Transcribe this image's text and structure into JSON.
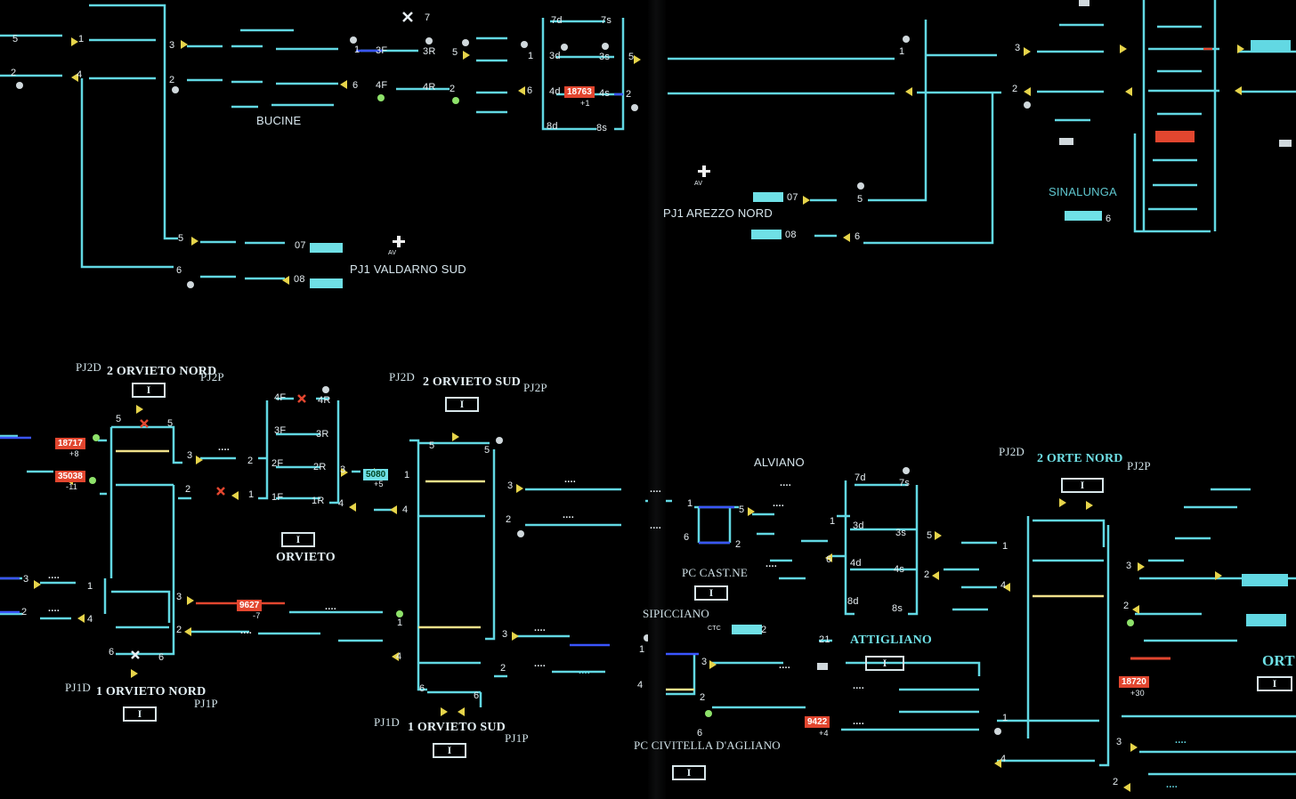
{
  "window": {
    "title": "ACC Railway Control Panel"
  },
  "colors": {
    "track": "#62d8e3",
    "occupied_red": "#e2462f",
    "route_yellow": "#f0e08a",
    "route_blue": "#3a55ff",
    "signal_yellow": "#e6d44a",
    "background": "#000000"
  },
  "stations": {
    "bucine": "BUCINE",
    "pj1_valdarno_sud": "PJ1 VALDARNO SUD",
    "pj1_arezzo_nord": "PJ1 AREZZO NORD",
    "sinalunga": "SINALUNGA",
    "orvieto": "ORVIETO",
    "alviano": "ALVIANO",
    "pc_castne": "PC CAST.NE",
    "sipicciano": "SIPICCIANO",
    "attigliano": "ATTIGLIANO",
    "pc_civitella": "PC CIVITELLA D'AGLIANO",
    "orte_partial": "ORT"
  },
  "blocks": {
    "orvieto_nord_2": {
      "pjd": "PJ2D",
      "name": "2 ORVIETO NORD",
      "pjp": "PJ2P"
    },
    "orvieto_sud_2": {
      "pjd": "PJ2D",
      "name": "2 ORVIETO SUD",
      "pjp": "PJ2P"
    },
    "orvieto_nord_1": {
      "pjd": "PJ1D",
      "name": "1 ORVIETO NORD",
      "pjp": "PJ1P"
    },
    "orvieto_sud_1": {
      "pjd": "PJ1D",
      "name": "1 ORVIETO SUD",
      "pjp": "PJ1P"
    },
    "orte_nord_2": {
      "pjd": "PJ2D",
      "name": "2 ORTE NORD",
      "pjp": "PJ2P"
    }
  },
  "indicator_box": "I",
  "trains": {
    "t18763": {
      "number": "18763",
      "offset": "+1"
    },
    "t18717": {
      "number": "18717",
      "offset": "+8"
    },
    "t35038": {
      "number": "35038",
      "offset": "-11"
    },
    "t9627": {
      "number": "9627",
      "offset": "-7"
    },
    "t9422": {
      "number": "9422",
      "offset": "+4"
    },
    "t18720": {
      "number": "18720",
      "offset": "+30"
    },
    "t5080": {
      "number": "5080",
      "offset": "+5"
    }
  },
  "track_labels": {
    "l07a": "07",
    "l08a": "08",
    "l07b": "07",
    "l08b": "08",
    "s7d": "7d",
    "s7s": "7s",
    "s3d": "3d",
    "s3s": "3s",
    "s4d": "4d",
    "s4s": "4s",
    "s8d": "8d",
    "s8s": "8s",
    "s3F": "3F",
    "s3R": "3R",
    "s4F": "4F",
    "s4R": "4R",
    "s2F": "2F",
    "s2R": "2R",
    "s1F": "1F",
    "s1R": "1R",
    "s7d_b": "7d",
    "s7s_b": "7s",
    "s3d_b": "3d",
    "s3s_b": "3s",
    "s4d_b": "4d",
    "s4s_b": "4s",
    "s8d_b": "8d",
    "s8s_b": "8s",
    "n1": "1",
    "n2": "2",
    "n3": "3",
    "n4": "4",
    "n5": "5",
    "n6": "6",
    "n7": "7",
    "n21": "21",
    "av": "AV",
    "ctc": "CTC",
    "dots": "...."
  }
}
